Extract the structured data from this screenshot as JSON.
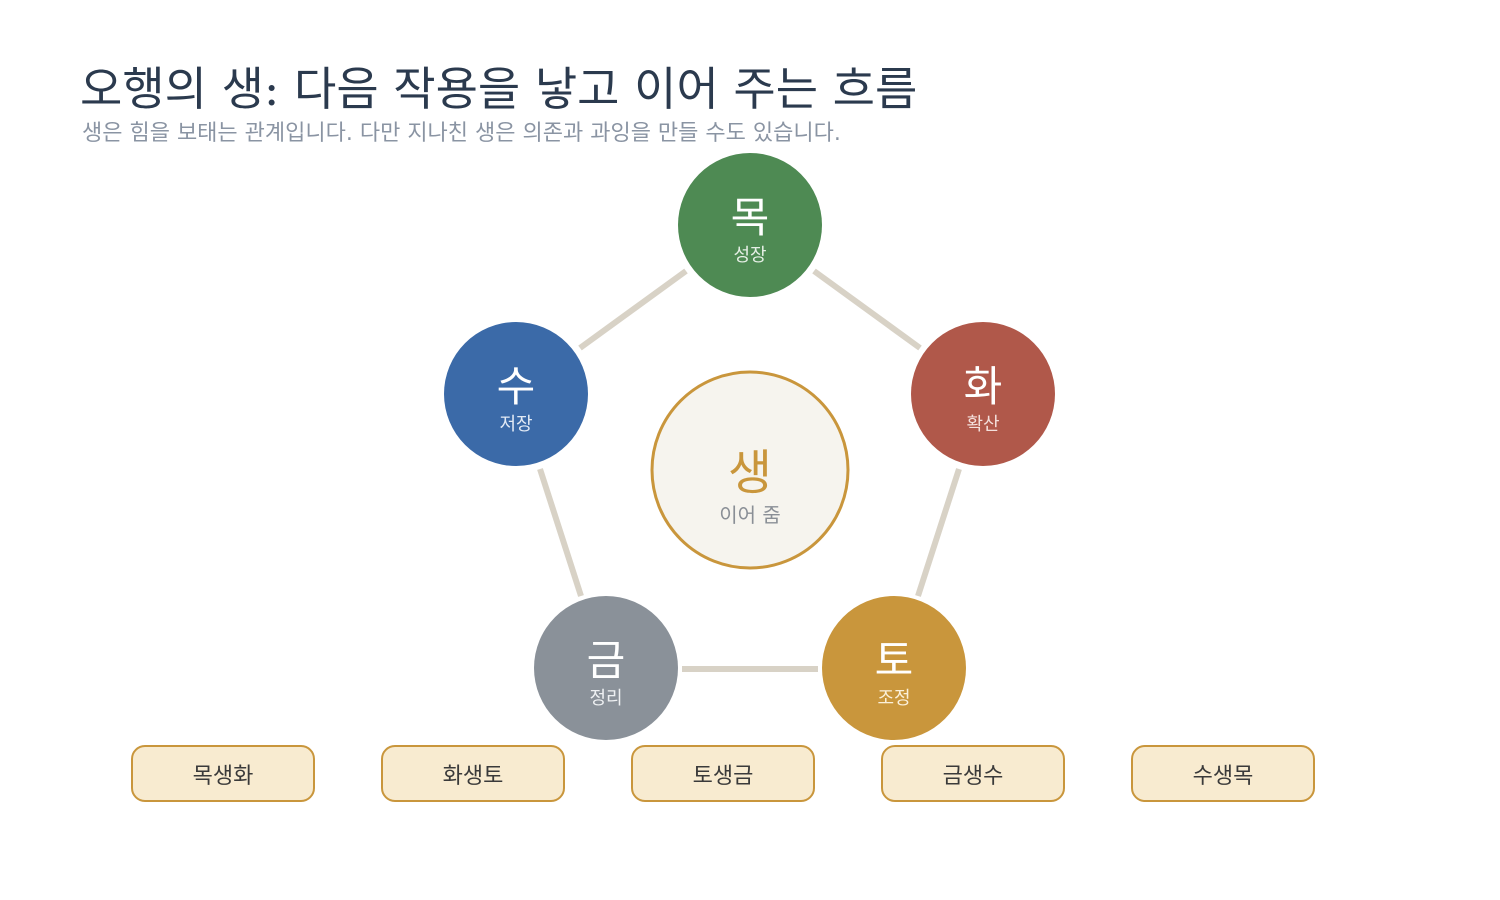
{
  "header": {
    "title": "오행의 생: 다음 작용을 낳고 이어 주는 흐름",
    "subtitle": "생은 힘을 보태는 관계입니다. 다만 지나친 생은 의존과 과잉을 만들 수도 있습니다."
  },
  "center": {
    "glyph": "생",
    "label": "이어 줌",
    "fill": "#f6f4ee",
    "border": "#c9963c",
    "glyph_color": "#c9963c",
    "label_color": "#8a8f96"
  },
  "nodes": [
    {
      "glyph": "목",
      "label": "성장",
      "color": "#4e8a53"
    },
    {
      "glyph": "화",
      "label": "확산",
      "color": "#b0584a"
    },
    {
      "glyph": "토",
      "label": "조정",
      "color": "#c9963c"
    },
    {
      "glyph": "금",
      "label": "정리",
      "color": "#8a9199"
    },
    {
      "glyph": "수",
      "label": "저장",
      "color": "#3b6aa8"
    }
  ],
  "connector_color": "#d8d2c6",
  "relations": [
    {
      "label": "목생화"
    },
    {
      "label": "화생토"
    },
    {
      "label": "토생금"
    },
    {
      "label": "금생수"
    },
    {
      "label": "수생목"
    }
  ]
}
